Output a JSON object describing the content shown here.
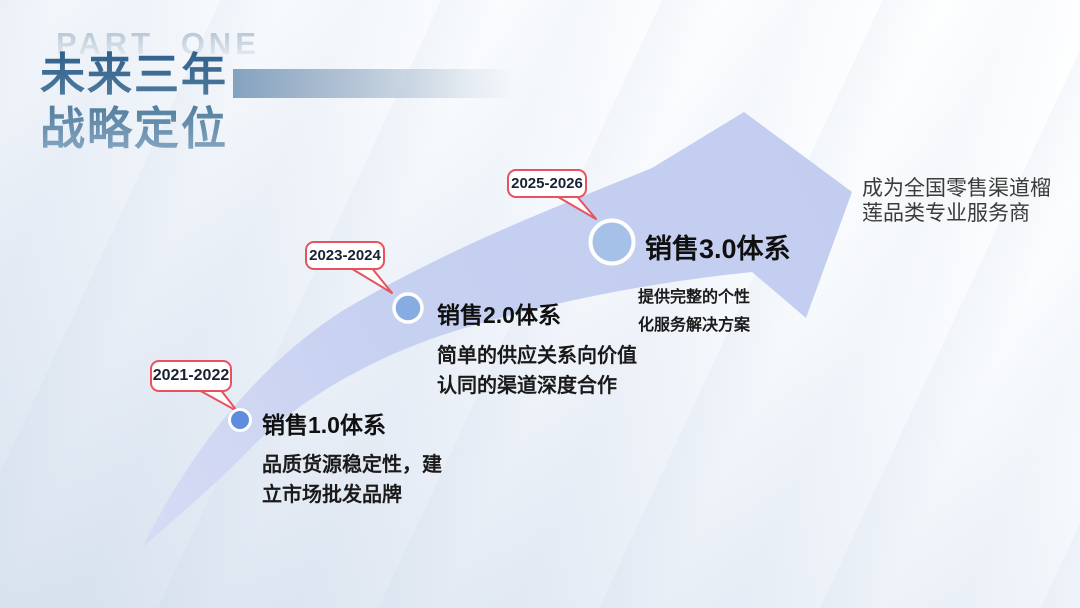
{
  "part_label": "PART ONE",
  "title": {
    "line1": "未来三年",
    "line2": "战略定位"
  },
  "milestones": [
    {
      "period": "2021-2022",
      "label": "销售1.0体系",
      "desc_line1": "品质货源稳定性，建",
      "desc_line2": "立市场批发品牌"
    },
    {
      "period": "2023-2024",
      "label": "销售2.0体系",
      "desc_line1": "简单的供应关系向价值",
      "desc_line2": "认同的渠道深度合作"
    },
    {
      "period": "2025-2026",
      "label": "销售3.0体系",
      "desc_line1": "提供完整的个性",
      "desc_line2": "化服务解决方案"
    }
  ],
  "vision": {
    "line1": "成为全国零售渠道榴",
    "line2": "莲品类专业服务商"
  },
  "colors": {
    "title_gradient_top": "#2e5e8c",
    "title_gradient_bottom": "#8aa9c5",
    "part_label_gray": "#aebfd0",
    "accent_bar": "#84a2bf",
    "arrow_fill": "#c3cdf0",
    "dot_1": "#5f8ddd",
    "dot_2": "#87ace2",
    "dot_3": "#a6c1e8",
    "callout_border": "#e8525f",
    "body_text": "#1a1a1a",
    "vision_text": "#3b3b3b"
  }
}
